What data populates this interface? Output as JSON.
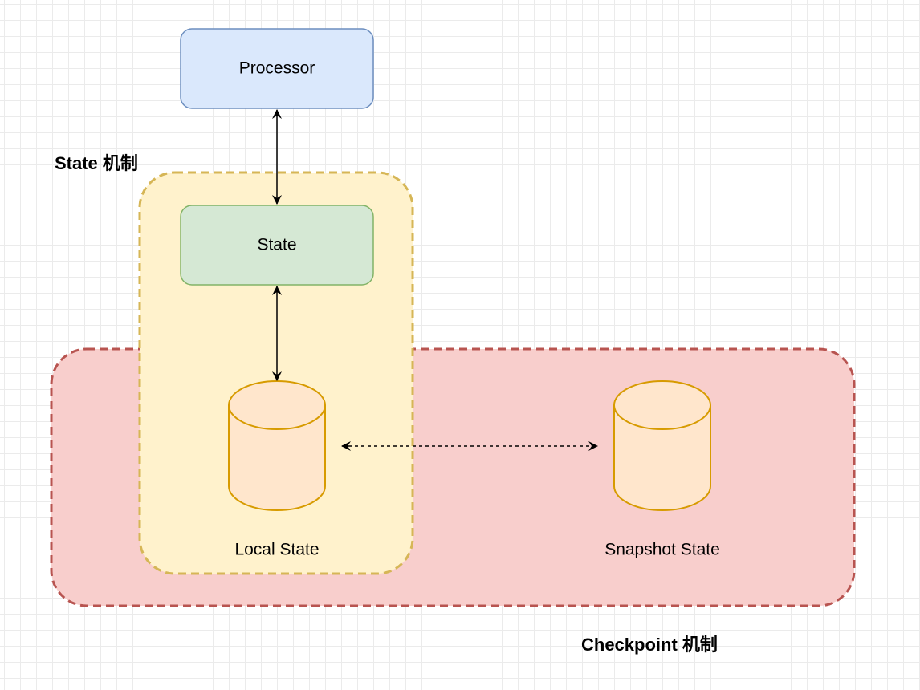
{
  "labels": {
    "processor": "Processor",
    "state": "State",
    "local_state": "Local State",
    "snapshot_state": "Snapshot State",
    "state_mechanism": "State 机制",
    "checkpoint_mechanism": "Checkpoint 机制"
  },
  "colors": {
    "processor_fill": "#dae8fc",
    "processor_stroke": "#6c8ebf",
    "state_fill": "#d5e8d4",
    "state_stroke": "#82b366",
    "state_group_fill": "#fff2cc",
    "state_group_stroke": "#d6b656",
    "checkpoint_group_fill": "#f8cecc",
    "checkpoint_group_stroke": "#b85450",
    "cylinder_fill": "#ffe6cc",
    "cylinder_stroke": "#d79b00",
    "edge": "#000000"
  }
}
